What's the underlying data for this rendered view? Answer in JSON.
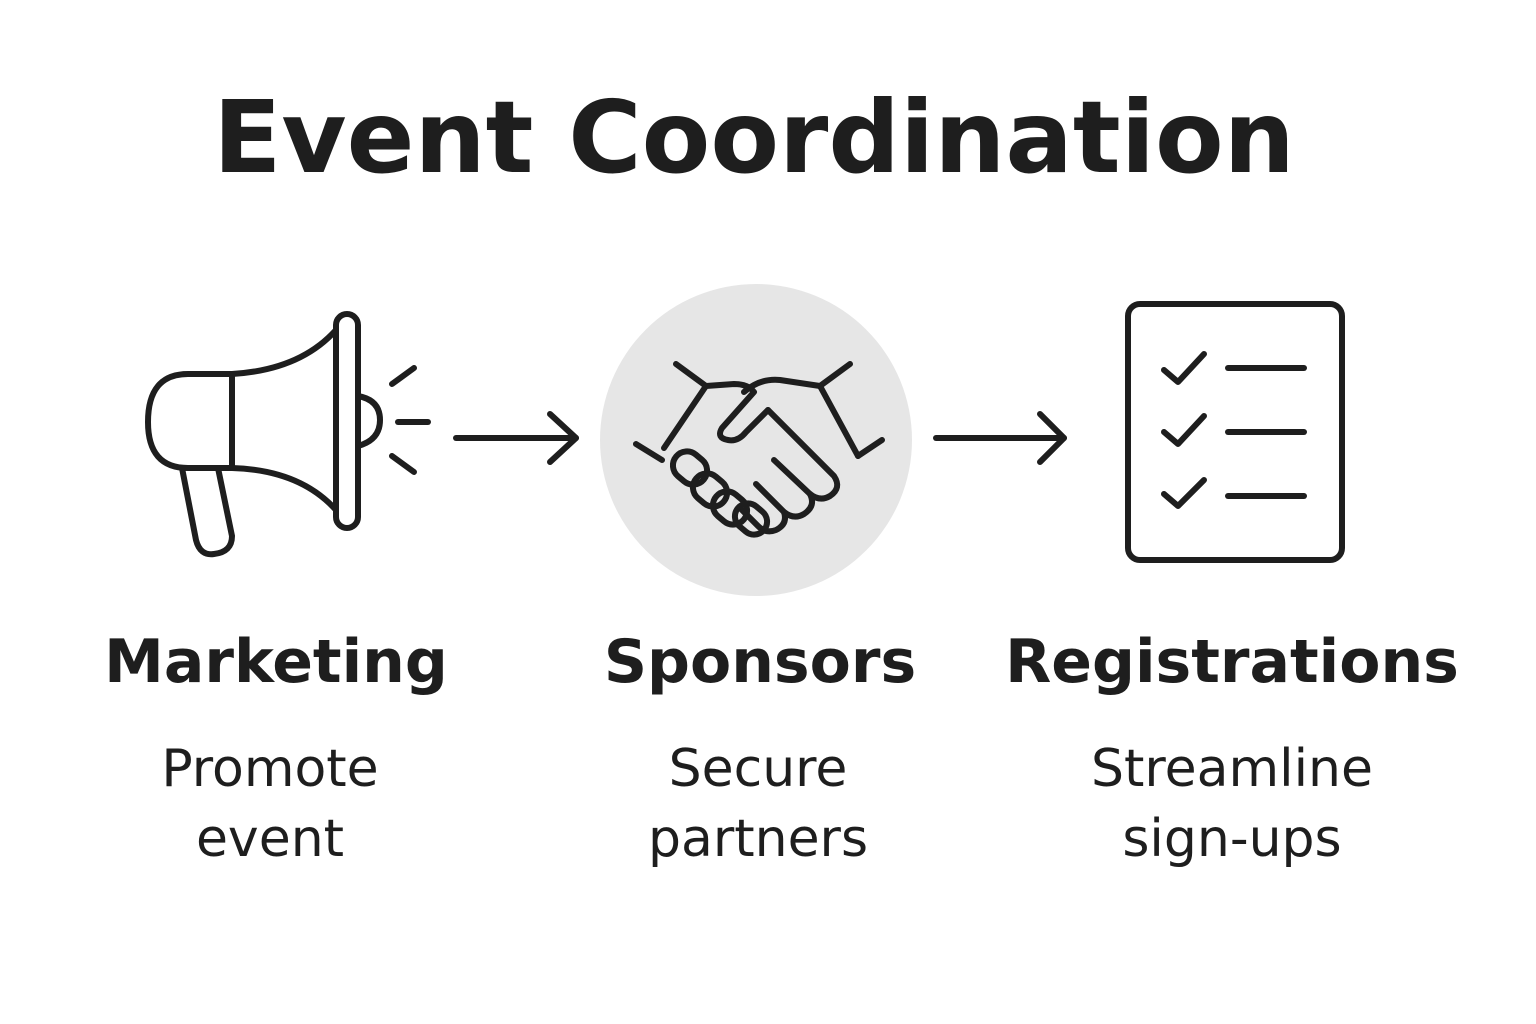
{
  "title": "Event Coordination",
  "colors": {
    "ink": "#1e1e1e",
    "highlight_circle": "#e6e6e6",
    "background": "#ffffff"
  },
  "steps": [
    {
      "icon": "megaphone-icon",
      "label": "Marketing",
      "description_lines": [
        "Promote",
        "event"
      ]
    },
    {
      "icon": "handshake-icon",
      "label": "Sponsors",
      "description_lines": [
        "Secure",
        "partners"
      ],
      "highlighted": true
    },
    {
      "icon": "checklist-icon",
      "label": "Registrations",
      "description_lines": [
        "Streamline",
        "sign-ups"
      ]
    }
  ],
  "connectors": [
    "arrow-right",
    "arrow-right"
  ]
}
